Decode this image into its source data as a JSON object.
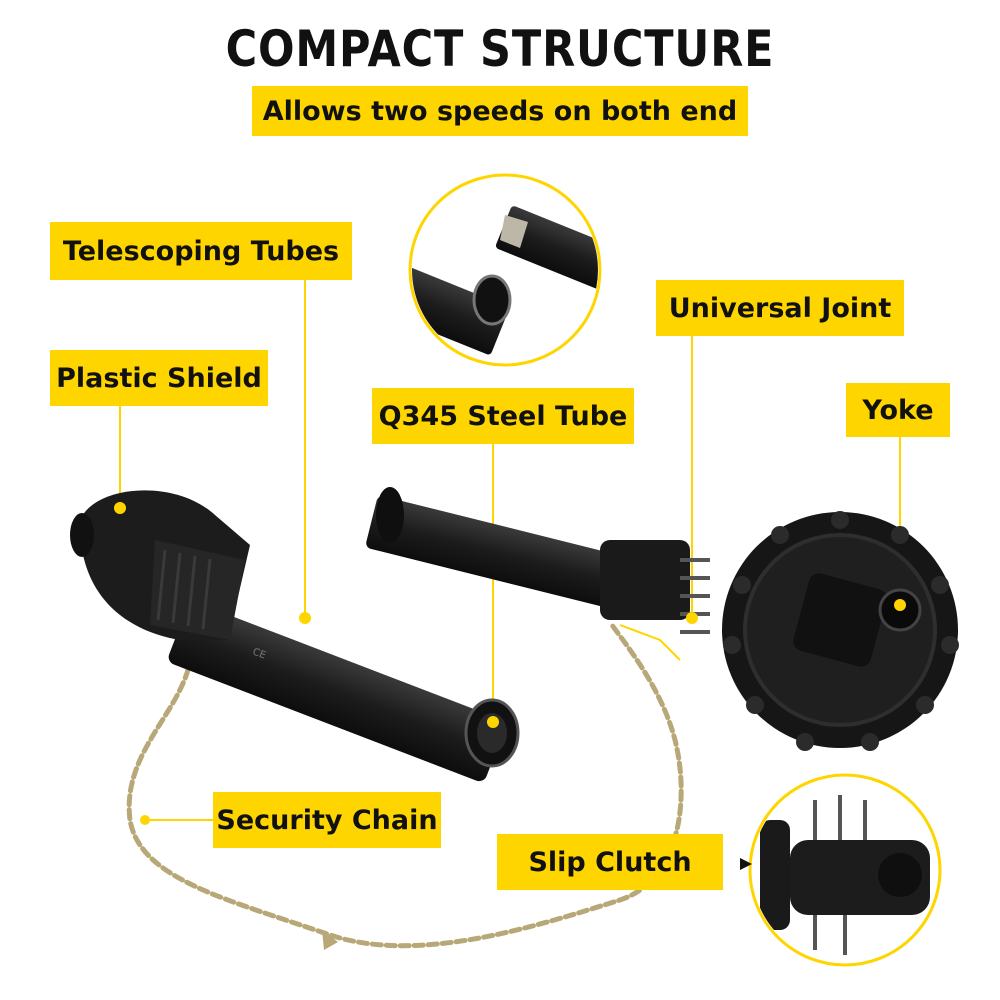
{
  "colors": {
    "accent": "#FFD500",
    "part": "#1c1c1c",
    "part_highlight": "#3a3a3a",
    "chain": "#b8a878"
  },
  "header": {
    "title": "COMPACT STRUCTURE",
    "subtitle": "Allows two speeds on both end"
  },
  "callouts": {
    "telescoping_tubes": "Telescoping Tubes",
    "plastic_shield": "Plastic Shield",
    "q345_steel_tube": "Q345 Steel Tube",
    "universal_joint": "Universal Joint",
    "yoke": "Yoke",
    "security_chain": "Security Chain",
    "slip_clutch": "Slip Clutch"
  },
  "shaft_marking": "CE"
}
